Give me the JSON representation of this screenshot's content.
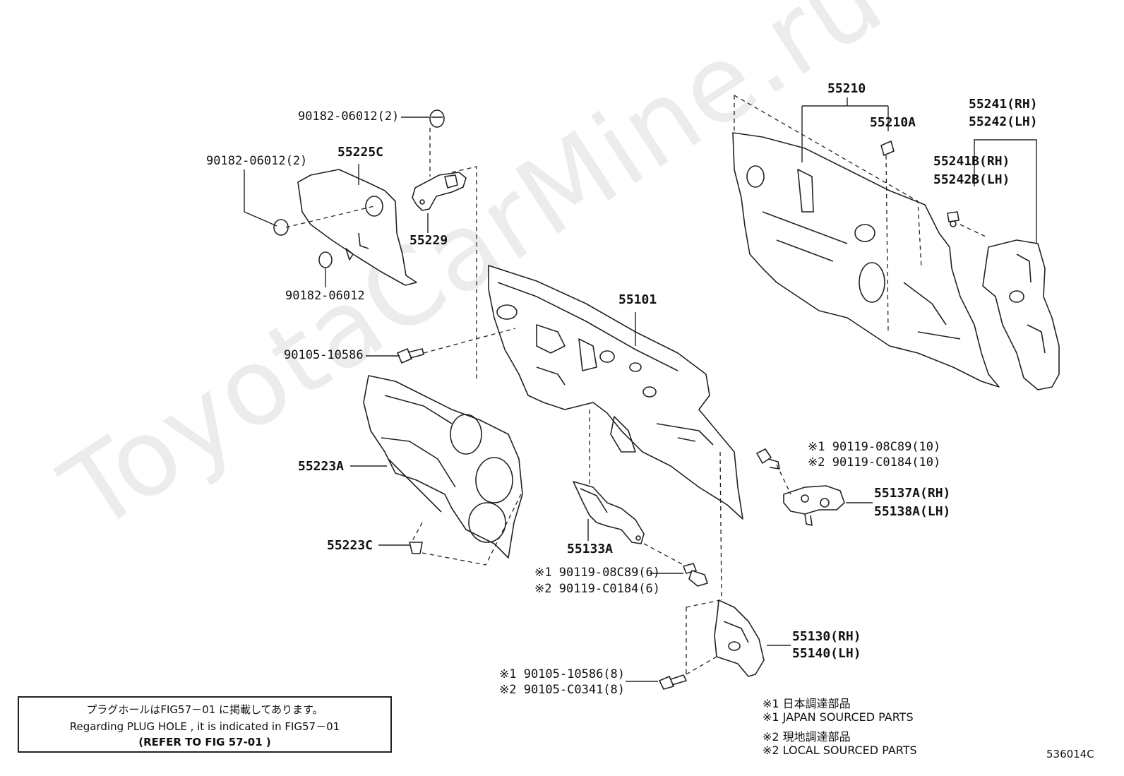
{
  "watermark": "ToyotaCarMine.ru",
  "labels": {
    "p90182_top": "90182-06012(2)",
    "p90182_left": "90182-06012(2)",
    "p90182_bottom": "90182-06012",
    "p55225C": "55225C",
    "p55229": "55229",
    "p55101": "55101",
    "p90105_bolt": "90105-10586",
    "p55223A": "55223A",
    "p55223C": "55223C",
    "p55133A": "55133A",
    "p90119_a_1": "※1 90119-08C89(6)",
    "p90119_a_2": "※2 90119-C0184(6)",
    "p55210": "55210",
    "p55210A": "55210A",
    "p55241": "55241(RH)",
    "p55242": "55242(LH)",
    "p55241B": "55241B(RH)",
    "p55242B": "55242B(LH)",
    "p90119_b_1": "※1 90119-08C89(10)",
    "p90119_b_2": "※2 90119-C0184(10)",
    "p55137A": "55137A(RH)",
    "p55138A": "55138A(LH)",
    "p55130": "55130(RH)",
    "p55140": "55140(LH)",
    "p90105_b_1": "※1 90105-10586(8)",
    "p90105_b_2": "※2 90105-C0341(8)"
  },
  "note": {
    "line1": "プラグホールはFIG57－01 に掲載してあります。",
    "line2": "Regarding PLUG HOLE , it is indicated in FIG57－01",
    "line3": "(REFER TO FIG 57-01 )"
  },
  "legend": {
    "l1": "※1 日本調達部品",
    "l2": "※1 JAPAN SOURCED PARTS",
    "l3": "※2 現地調達部品",
    "l4": "※2 LOCAL SOURCED PARTS"
  },
  "figure_id": "536014C"
}
